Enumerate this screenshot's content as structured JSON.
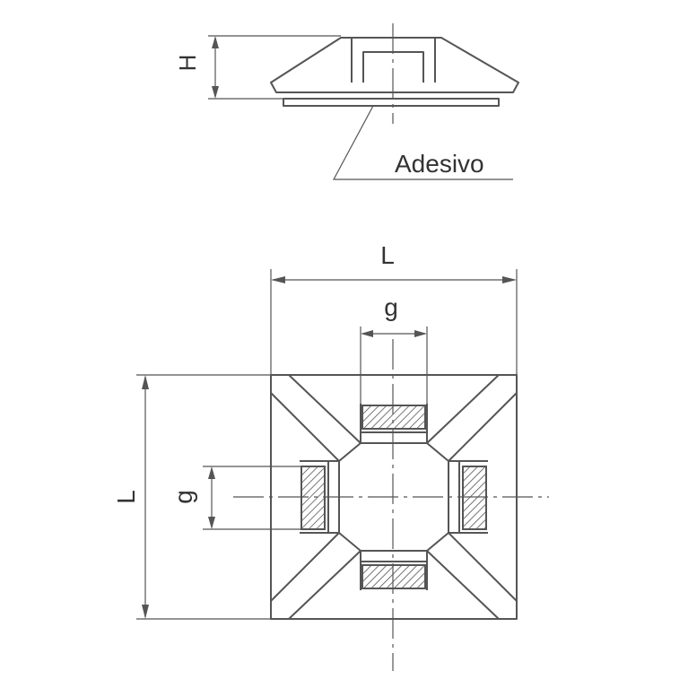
{
  "labels": {
    "height": "H",
    "adhesive": "Adesivo",
    "length_top": "L",
    "length_side": "L",
    "gap_top": "g",
    "gap_side": "g"
  },
  "colors": {
    "stroke": "#555555",
    "text": "#333333",
    "background": "#ffffff"
  }
}
